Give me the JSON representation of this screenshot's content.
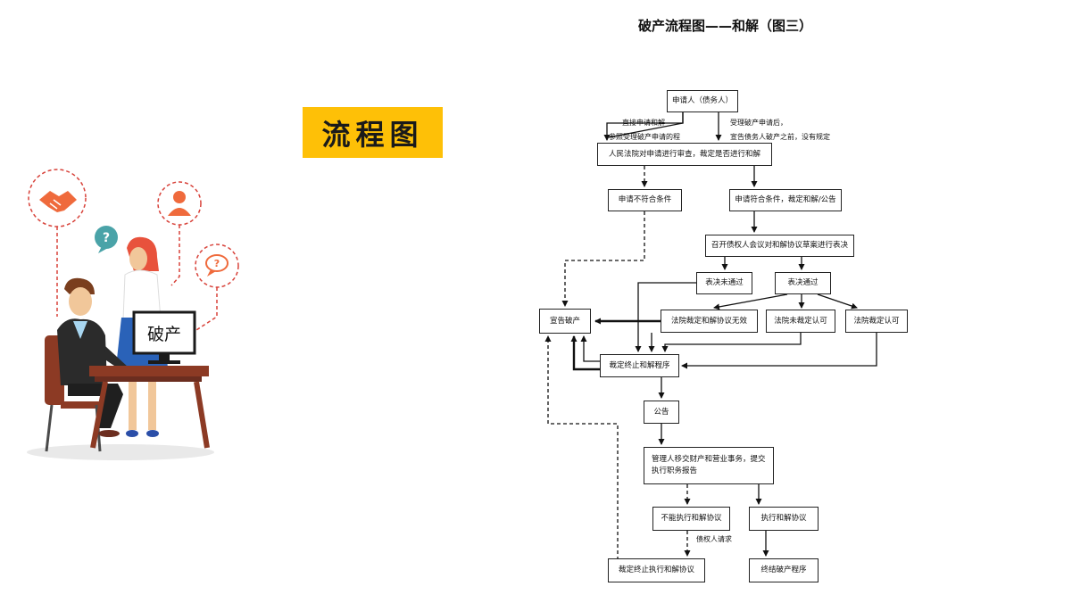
{
  "page": {
    "title": "破产流程图——和解（图三）",
    "tag_label": "流程图",
    "monitor_label": "破产"
  },
  "diagram": {
    "nodes": {
      "applicant": "申请人（债务人）",
      "court_review": "人民法院对申请进行审查，裁定是否进行和解",
      "not_qualified": "申请不符合条件",
      "qualified": "申请符合条件，裁定和解/公告",
      "creditors_meeting": "召开债权人会议对和解协议草案进行表决",
      "vote_fail": "表决未通过",
      "vote_pass": "表决通过",
      "declare_bankrupt": "宣告破产",
      "court_invalid": "法院裁定和解协议无效",
      "court_not_approve": "法院未裁定认可",
      "court_approve": "法院裁定认可",
      "terminate_procedure": "裁定终止和解程序",
      "announcement": "公告",
      "administrator_transfer": "管理人移交财产和营业事务，提交执行职务报告",
      "cannot_execute": "不能执行和解协议",
      "execute": "执行和解协议",
      "terminate_execution": "裁定终止执行和解协议",
      "end_bankruptcy": "终结破产程序"
    },
    "edge_labels": {
      "direct_apply": "直接申请和解",
      "per_accepted": "参照受理破产申请的程",
      "after_accept": "受理破产申请后，",
      "before_declare": "宣告债务人破产之前，没有规定",
      "creditor_request": "债权人请求"
    }
  }
}
